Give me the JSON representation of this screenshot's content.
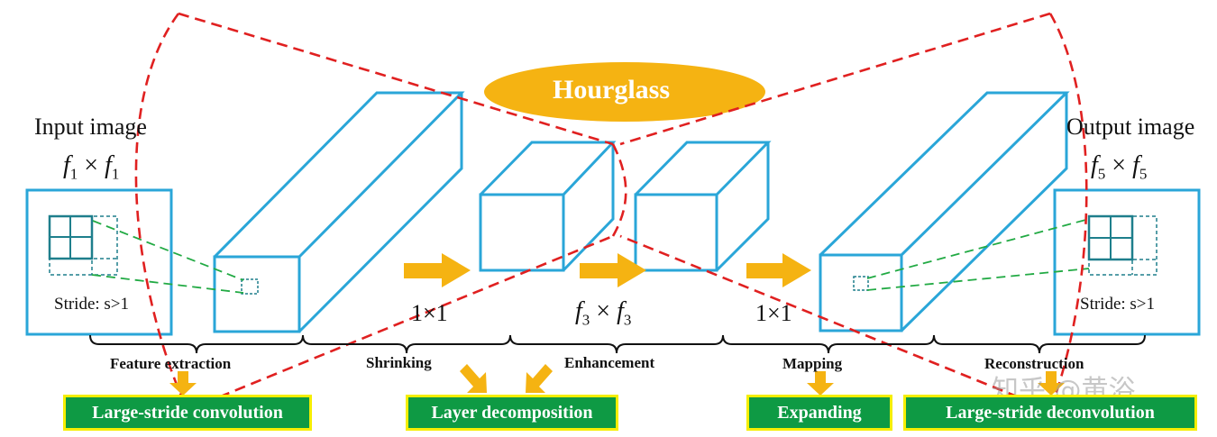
{
  "input": {
    "title": "Input image",
    "size_f": "f",
    "size_sub": "1",
    "times": "×",
    "stride": "Stride: s>1"
  },
  "output": {
    "title": "Output image",
    "size_f": "f",
    "size_sub": "5",
    "times": "×",
    "stride": "Stride: s>1"
  },
  "hourglass": {
    "label": "Hourglass"
  },
  "layers": {
    "shrink_kernel": "1×1",
    "enhance_f": "f",
    "enhance_sub": "3",
    "enhance_times": "×",
    "map_kernel": "1×1"
  },
  "stages": {
    "feature_extraction": "Feature extraction",
    "shrinking": "Shrinking",
    "enhancement": "Enhancement",
    "mapping": "Mapping",
    "reconstruction": "Reconstruction"
  },
  "methods": {
    "large_stride_conv": "Large-stride convolution",
    "layer_decomposition": "Layer decomposition",
    "expanding": "Expanding",
    "large_stride_deconv": "Large-stride deconvolution"
  },
  "watermark": "知乎 @黄浴",
  "colors": {
    "cube": "#2aa6d8",
    "hourglass_dash": "#e02020",
    "arrow": "#f5b312",
    "green_dash": "#22aa44",
    "box_green": "#0e9a44",
    "box_border": "#f5ee00"
  }
}
